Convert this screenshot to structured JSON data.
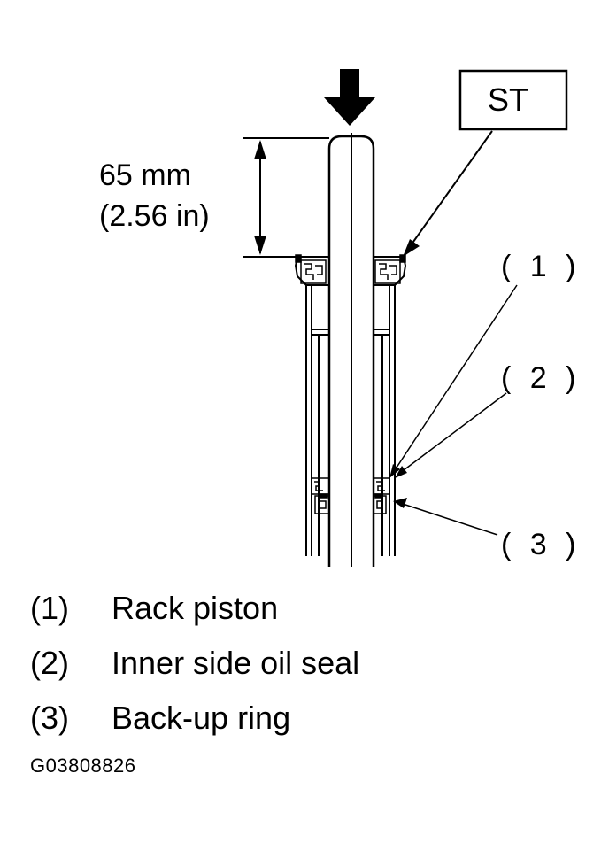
{
  "dimension": {
    "metric": "65 mm",
    "imperial": "(2.56 in)"
  },
  "tool_label": "ST",
  "callouts": [
    {
      "id": "1",
      "text": "( 1 )"
    },
    {
      "id": "2",
      "text": "( 2 )"
    },
    {
      "id": "3",
      "text": "( 3 )"
    }
  ],
  "legend": [
    {
      "num": "(1)",
      "label": "Rack piston"
    },
    {
      "num": "(2)",
      "label": "Inner side oil seal"
    },
    {
      "num": "(3)",
      "label": "Back-up ring"
    }
  ],
  "figure_id": "G03808826",
  "icons": [
    "press-arrow-icon"
  ]
}
